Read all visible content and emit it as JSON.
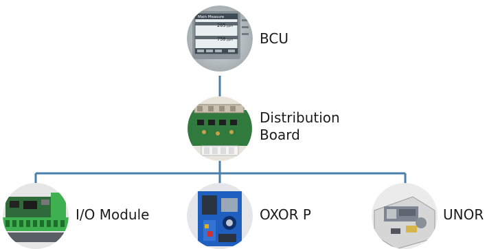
{
  "diagram": {
    "line_color": "#4a7eab",
    "nodes": [
      {
        "id": "bcu",
        "label": "BCU",
        "icon": "bcu-display-photo-icon"
      },
      {
        "id": "distribution",
        "label": "Distribution\nBoard",
        "icon": "distribution-board-photo-icon"
      },
      {
        "id": "io",
        "label": "I/O Module",
        "icon": "io-module-photo-icon"
      },
      {
        "id": "oxor",
        "label": "OXOR P",
        "icon": "oxor-p-photo-icon"
      },
      {
        "id": "unor",
        "label": "UNOR",
        "icon": "unor-photo-icon"
      }
    ],
    "bcu_screen_text": {
      "header": "Main Measure",
      "row1_value": "205",
      "row1_unit": "ppm",
      "row2_value": "750",
      "row2_unit": "ppm"
    }
  }
}
